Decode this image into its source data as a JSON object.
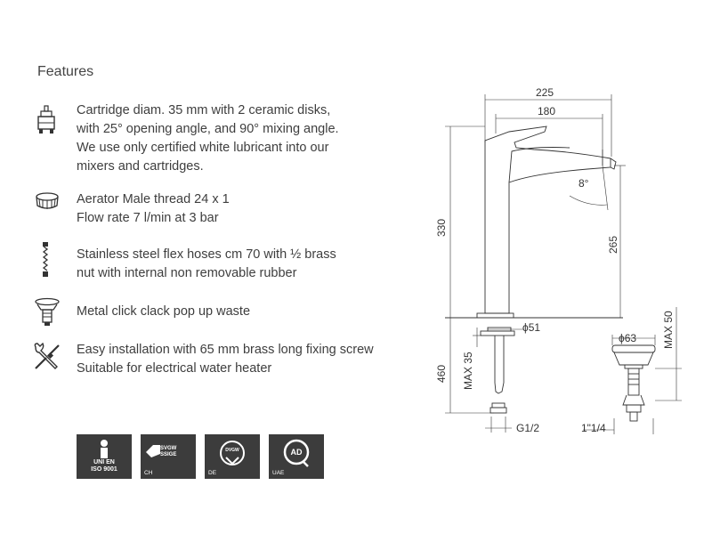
{
  "features_title": "Features",
  "features": [
    {
      "icon": "cartridge-icon",
      "lines": [
        "Cartridge diam. 35 mm with 2 ceramic disks,",
        "with 25° opening angle, and 90° mixing angle.",
        "We use only certified white lubricant into our",
        "mixers and cartridges."
      ]
    },
    {
      "icon": "aerator-icon",
      "lines": [
        "Aerator Male thread 24 x 1",
        "Flow rate 7 l/min at 3 bar"
      ]
    },
    {
      "icon": "flex-hose-icon",
      "lines": [
        "Stainless steel flex hoses cm 70 with ½ brass",
        "nut with internal non removable rubber"
      ]
    },
    {
      "icon": "pop-up-waste-icon",
      "lines": [
        "Metal click clack pop up waste"
      ]
    },
    {
      "icon": "tools-icon",
      "lines": [
        "Easy installation with 65 mm brass long fixing screw",
        "Suitable for electrical water heater"
      ]
    }
  ],
  "certifications": [
    {
      "logo_text": "UNI EN\nISO 9001",
      "label": ""
    },
    {
      "logo_text": "SVGW\nSSIGE",
      "label": "CH"
    },
    {
      "logo_text": "DVGW",
      "label": "DE"
    },
    {
      "logo_text": "AD",
      "label": "UAE"
    }
  ],
  "drawing": {
    "dim_225": "225",
    "dim_180": "180",
    "dim_330": "330",
    "dim_265": "265",
    "dim_460": "460",
    "dim_max35": "MAX 35",
    "dim_d51": "ϕ51",
    "dim_g12": "G1/2",
    "dim_d63": "ϕ63",
    "dim_max50": "MAX 50",
    "dim_1_1_4": "1\"1/4",
    "angle": "8°"
  },
  "colors": {
    "text": "#3e3e3e",
    "line": "#333333",
    "badge": "#3c3c3c"
  }
}
